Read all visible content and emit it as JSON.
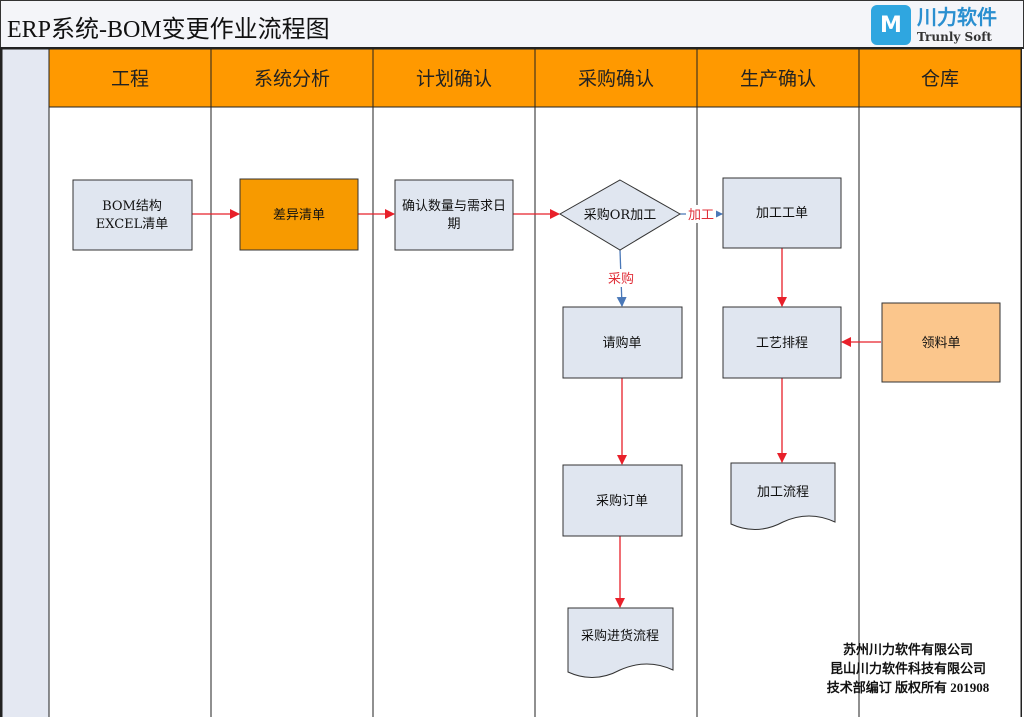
{
  "header": {
    "title": "ERP系统-BOM变更作业流程图",
    "logo": {
      "name": "川力软件",
      "subtitle": "Trunly Soft"
    }
  },
  "lanes": [
    "工程",
    "系统分析",
    "计划确认",
    "采购确认",
    "生产确认",
    "仓库"
  ],
  "colors": {
    "lane_header": "#FF9900",
    "node_fill": "#E0E6F0",
    "highlight_node": "#F79A00",
    "warehouse_node": "#FBC68C",
    "arrow": "#E8202A",
    "decision_arrow": "#4A78B8"
  },
  "nodes": {
    "bom_excel": {
      "lines": [
        "BOM结构",
        "EXCEL清单"
      ]
    },
    "diff_list": {
      "lines": [
        "差异清单"
      ]
    },
    "confirm_qty": {
      "lines": [
        "确认数量与需求日",
        "期"
      ]
    },
    "decision": {
      "lines": [
        "采购OR加工"
      ]
    },
    "work_order": {
      "lines": [
        "加工工单"
      ]
    },
    "requisition": {
      "lines": [
        "请购单"
      ]
    },
    "routing": {
      "lines": [
        "工艺排程"
      ]
    },
    "picking": {
      "lines": [
        "领料单"
      ]
    },
    "purchase_order": {
      "lines": [
        "采购订单"
      ]
    },
    "process_flow": {
      "lines": [
        "加工流程"
      ]
    },
    "receiving_flow": {
      "lines": [
        "采购进货流程"
      ]
    }
  },
  "edge_labels": {
    "purchase": "采购",
    "process": "加工"
  },
  "footer": {
    "lines": [
      "苏州川力软件有限公司",
      "昆山川力软件科技有限公司",
      "技术部编订 版权所有 201908"
    ]
  }
}
